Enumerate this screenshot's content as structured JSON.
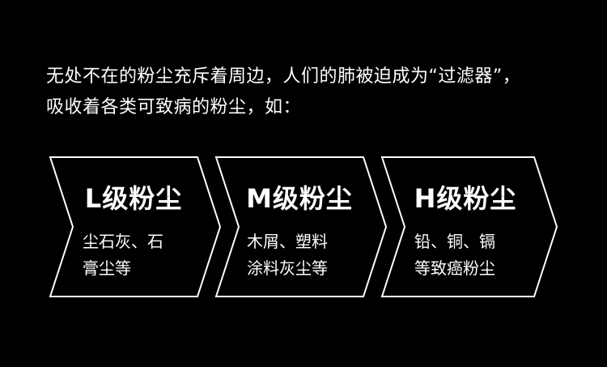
{
  "intro": {
    "line1": "无处不在的粉尘充斥着周边，人们的肺被迫成为“过滤器”，",
    "line2": "吸收着各类可致病的粉尘，如："
  },
  "colors": {
    "background": "#000000",
    "text": "#ffffff",
    "outline": "#ffffff"
  },
  "cards": [
    {
      "title": "L级粉尘",
      "desc_line1": "尘石灰、石",
      "desc_line2": "膏尘等"
    },
    {
      "title": "M级粉尘",
      "desc_line1": "木屑、塑料",
      "desc_line2": "涂料灰尘等"
    },
    {
      "title": "H级粉尘",
      "desc_line1": "铅、铜、镉",
      "desc_line2": "等致癌粉尘"
    }
  ]
}
